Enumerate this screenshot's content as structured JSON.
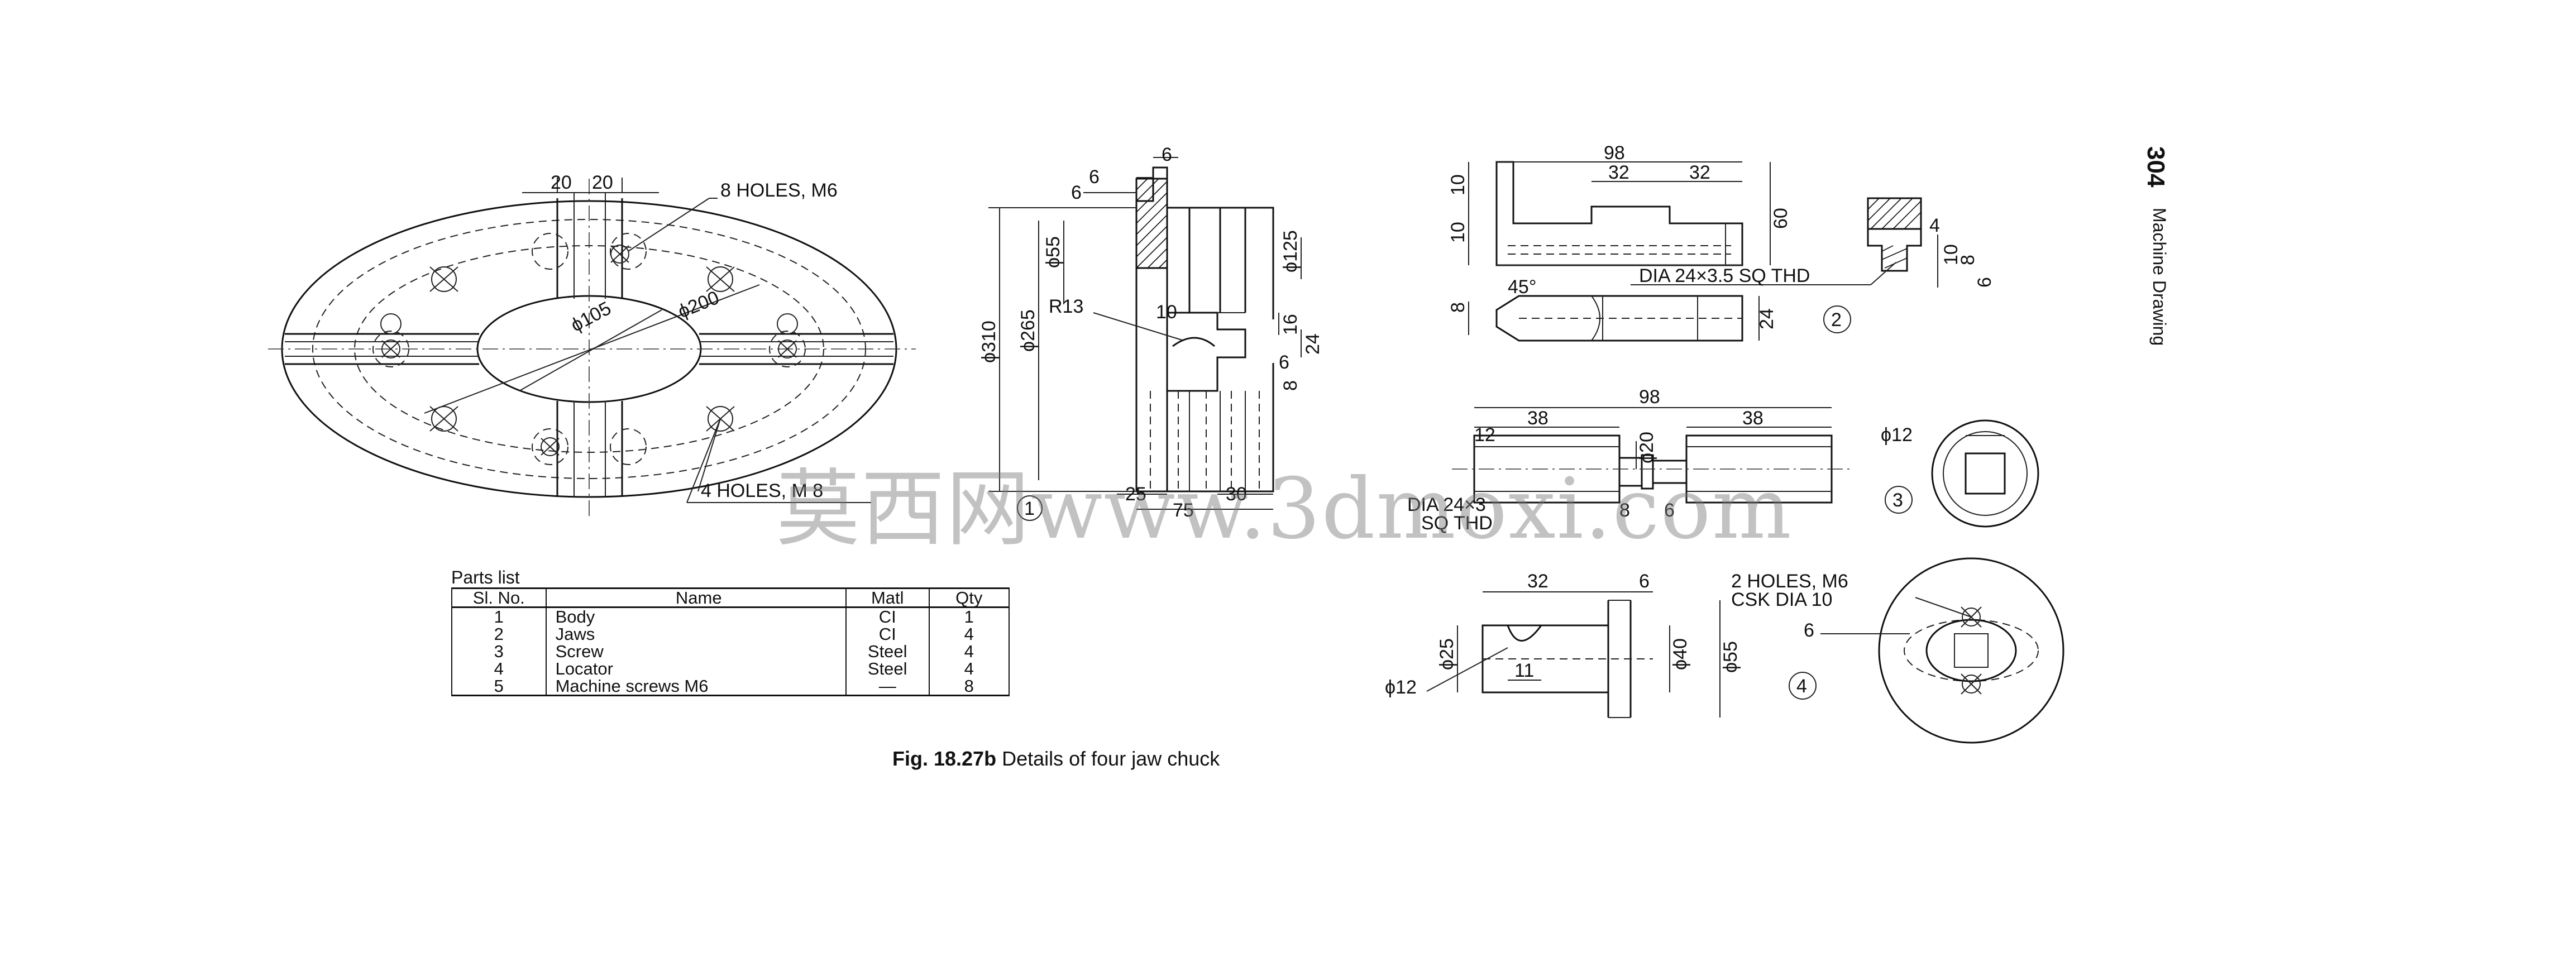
{
  "page": {
    "number": "304",
    "running_head": "Machine Drawing",
    "figure_label": "Fig. 18.27b",
    "figure_title": "Details of four jaw chuck",
    "watermark": "莫西网www.3dmoxi.com"
  },
  "view_body": {
    "dims": [
      "20",
      "20",
      "ϕ105",
      "ϕ200"
    ],
    "notes": [
      "8 HOLES, M6",
      "4 HOLES, M 8"
    ]
  },
  "view_section": {
    "dims": [
      "6",
      "6",
      "6",
      "ϕ55",
      "ϕ125",
      "ϕ310",
      "ϕ265",
      "R13",
      "10",
      "16",
      "24",
      "6",
      "8",
      "25",
      "30",
      "75"
    ],
    "balloon": "1"
  },
  "view_jaw": {
    "dims": [
      "98",
      "32",
      "32",
      "10",
      "10",
      "60",
      "4",
      "10",
      "8",
      "6"
    ],
    "note": "DIA 24×3.5 SQ THD"
  },
  "view_pin": {
    "dims": [
      "8",
      "45°",
      "24"
    ],
    "balloon": "2"
  },
  "view_screw": {
    "dims": [
      "98",
      "38",
      "38",
      "12",
      "ϕ20",
      "8",
      "6",
      "ϕ12"
    ],
    "note_lines": [
      "DIA 24×3",
      "SQ THD"
    ],
    "balloon": "3"
  },
  "view_locator": {
    "dims": [
      "32",
      "6",
      "ϕ25",
      "ϕ40",
      "ϕ55",
      "ϕ12",
      "11",
      "6"
    ],
    "note_lines": [
      "2 HOLES, M6",
      "CSK DIA 10"
    ],
    "balloon": "4"
  },
  "parts_list": {
    "caption": "Parts list",
    "headers": [
      "Sl. No.",
      "Name",
      "Matl",
      "Qty"
    ],
    "rows": [
      [
        "1",
        "Body",
        "CI",
        "1"
      ],
      [
        "2",
        "Jaws",
        "CI",
        "4"
      ],
      [
        "3",
        "Screw",
        "Steel",
        "4"
      ],
      [
        "4",
        "Locator",
        "Steel",
        "4"
      ],
      [
        "5",
        "Machine screws M6",
        "—",
        "8"
      ]
    ]
  }
}
